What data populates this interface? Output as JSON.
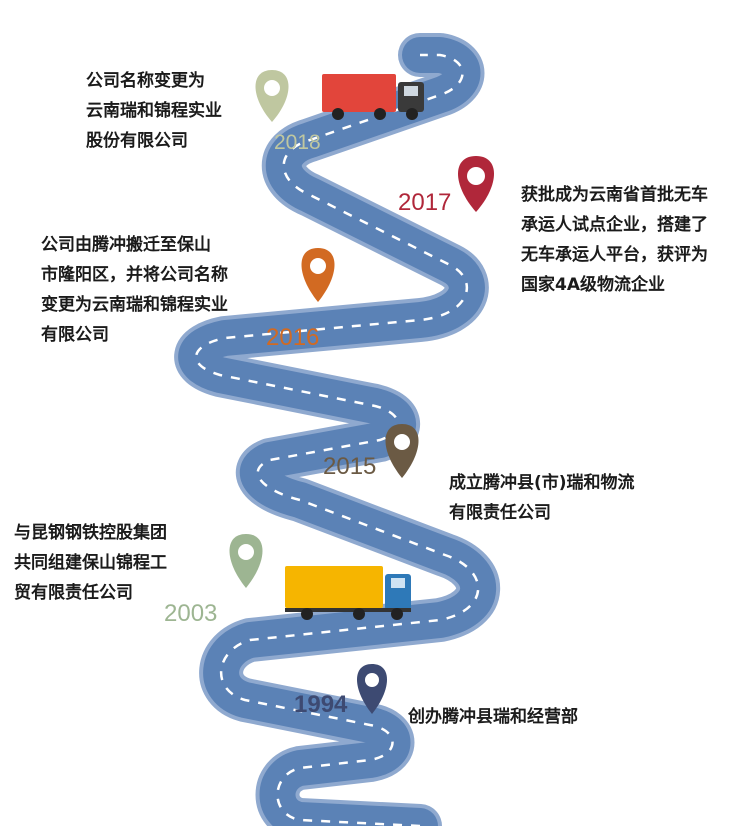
{
  "milestones": [
    {
      "year": "2018",
      "color": "#bfc7a0",
      "lines": [
        "公司名称变更为",
        "云南瑞和锦程实业",
        "股份有限公司"
      ]
    },
    {
      "year": "2017",
      "color": "#b0273a",
      "lines": [
        "获批成为云南省首批无车",
        "承运人试点企业，搭建了",
        "无车承运人平台，获评为",
        "国家4A级物流企业"
      ]
    },
    {
      "year": "2016",
      "color": "#d26a22",
      "lines": [
        "公司由腾冲搬迁至保山",
        "市隆阳区，并将公司名称",
        "变更为云南瑞和锦程实业",
        "有限公司"
      ]
    },
    {
      "year": "2015",
      "color": "#6b5a44",
      "lines": [
        "成立腾冲县(市)瑞和物流",
        "有限责任公司"
      ]
    },
    {
      "year": "2003",
      "color": "#9db592",
      "lines": [
        "与昆钢钢铁控股集团",
        "共同组建保山锦程工",
        "贸有限责任公司"
      ]
    },
    {
      "year": "1994",
      "color": "#3d4a72",
      "lines": [
        "创办腾冲县瑞和经营部"
      ]
    }
  ],
  "colors": {
    "road": "#5b82b6",
    "road_edge": "#8fa9cf",
    "lane_marking": "#ffffff",
    "red_truck": "#e2453b",
    "yellow_truck": "#f6b500",
    "truck_cab_dark": "#3a3a3a",
    "truck_cab_blue": "#2e79b8"
  }
}
